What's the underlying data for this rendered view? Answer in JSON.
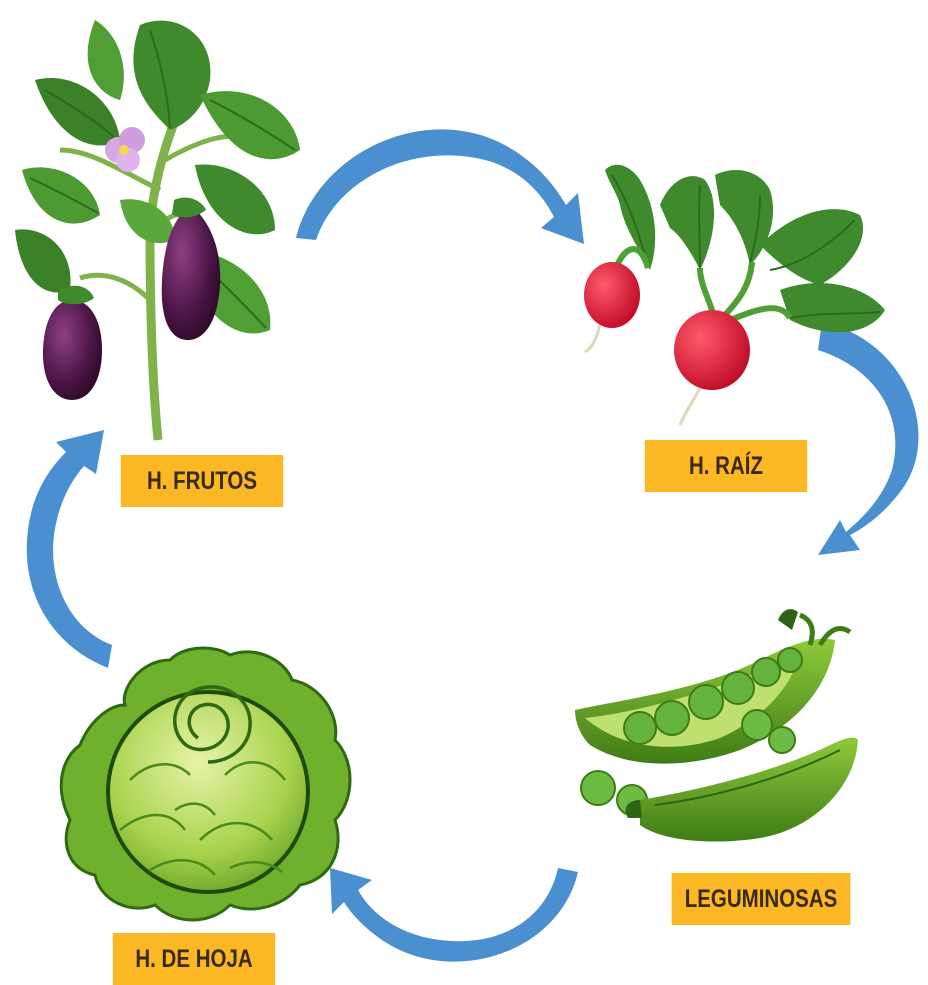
{
  "colors": {
    "label_background": "#FBB724",
    "label_text": "#3A2A14",
    "arrow": "#4A8FD0"
  },
  "diagram": {
    "nodes": [
      {
        "id": "frutos",
        "label": "H. FRUTOS",
        "icon": "eggplant-plant-icon"
      },
      {
        "id": "raiz",
        "label": "H. RAÍZ",
        "icon": "radish-icon"
      },
      {
        "id": "leguminosas",
        "label": "LEGUMINOSAS",
        "icon": "pea-pods-icon"
      },
      {
        "id": "hoja",
        "label": "H. DE HOJA",
        "icon": "lettuce-icon"
      }
    ],
    "cycle_order": [
      "frutos",
      "raiz",
      "leguminosas",
      "hoja",
      "frutos"
    ]
  }
}
